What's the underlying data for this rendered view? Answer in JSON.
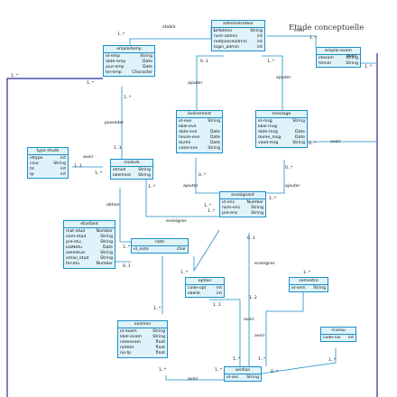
{
  "title": "Etude conceptuelle",
  "classes": [
    {
      "id": "administrateur",
      "name": "administrateur",
      "attrs": [
        {
          "n": "id-admin",
          "t": "String"
        },
        {
          "n": "nom-admin",
          "t": "int"
        },
        {
          "n": "motpasseadmin",
          "t": "int"
        },
        {
          "n": "login_admin",
          "t": "int"
        }
      ]
    },
    {
      "id": "emploitemp",
      "name": "emploitemp",
      "attrs": [
        {
          "n": "id-emp",
          "t": "String"
        },
        {
          "n": "date-emp",
          "t": "Date"
        },
        {
          "n": "jour-emp",
          "t": "Date"
        },
        {
          "n": "tel-emp",
          "t": "Character"
        }
      ]
    },
    {
      "id": "emploiexam",
      "name": "emploi-exam",
      "attrs": [
        {
          "n": "idexam",
          "t": "String"
        },
        {
          "n": "fichier",
          "t": "String"
        }
      ]
    },
    {
      "id": "evenement",
      "name": "événement",
      "attrs": [
        {
          "n": "id-eve",
          "t": "String"
        },
        {
          "n": "libel-eve",
          "t": ""
        },
        {
          "n": "date-eve",
          "t": "Date"
        },
        {
          "n": "heure-eve",
          "t": "Date"
        },
        {
          "n": "durée",
          "t": "Date"
        },
        {
          "n": "valid-eve",
          "t": "String"
        }
      ]
    },
    {
      "id": "message",
      "name": "message",
      "attrs": [
        {
          "n": "id-msg",
          "t": "String"
        },
        {
          "n": "libel-msg",
          "t": ""
        },
        {
          "n": "date-msg",
          "t": "Date"
        },
        {
          "n": "durée_msg",
          "t": "Date"
        },
        {
          "n": "valid-msg",
          "t": "String"
        }
      ]
    },
    {
      "id": "typeetude",
      "name": "type etude",
      "attrs": [
        {
          "n": "idtype",
          "t": "int"
        },
        {
          "n": "cour",
          "t": "String"
        },
        {
          "n": "td",
          "t": "int"
        },
        {
          "n": "tp",
          "t": "int"
        }
      ]
    },
    {
      "id": "module",
      "name": "module",
      "attrs": [
        {
          "n": "idmod",
          "t": "String"
        },
        {
          "n": "libelmod",
          "t": "String"
        }
      ]
    },
    {
      "id": "enseignant",
      "name": "enseignant",
      "attrs": [
        {
          "n": "id-ens",
          "t": "Number"
        },
        {
          "n": "nom-ens",
          "t": "String"
        },
        {
          "n": "pré-ens",
          "t": "String"
        }
      ]
    },
    {
      "id": "etudiant",
      "name": "etudiant",
      "attrs": [
        {
          "n": "mat-etud",
          "t": "Number"
        },
        {
          "n": "nom-etud",
          "t": "String"
        },
        {
          "n": "pré-etu",
          "t": "String"
        },
        {
          "n": "DDNetu",
          "t": "Date"
        },
        {
          "n": "adreetud",
          "t": "String"
        },
        {
          "n": "email_etud",
          "t": "String"
        },
        {
          "n": "tel-etu",
          "t": "Number"
        }
      ]
    },
    {
      "id": "note",
      "name": "note",
      "attrs": [
        {
          "n": "id_note",
          "t": "char"
        }
      ]
    },
    {
      "id": "option",
      "name": "option",
      "attrs": [
        {
          "n": "code-opt",
          "t": "int"
        },
        {
          "n": "libelle",
          "t": "int"
        }
      ]
    },
    {
      "id": "semestre",
      "name": "semestre",
      "attrs": [
        {
          "n": "id-sem",
          "t": "String"
        }
      ]
    },
    {
      "id": "examen",
      "name": "examen",
      "attrs": [
        {
          "n": "id-exam",
          "t": "String"
        },
        {
          "n": "libel-exam",
          "t": "String"
        },
        {
          "n": "noteexam",
          "t": "float"
        },
        {
          "n": "notetd",
          "t": "float"
        },
        {
          "n": "no-tp",
          "t": "float"
        }
      ]
    },
    {
      "id": "niveau",
      "name": "niveau",
      "attrs": [
        {
          "n": "code-niv",
          "t": "int"
        }
      ]
    },
    {
      "id": "section",
      "name": "section",
      "attrs": [
        {
          "n": "id-sec",
          "t": "String"
        }
      ]
    }
  ],
  "labels": [
    {
      "key": "etablir",
      "text": "etablir"
    },
    {
      "key": "creer",
      "text": "créer"
    },
    {
      "key": "ajouter1",
      "text": "ajouter"
    },
    {
      "key": "ajouter2",
      "text": "ajouter"
    },
    {
      "key": "ajouter3",
      "text": "ajouter"
    },
    {
      "key": "ajouter4",
      "text": "ajouter"
    },
    {
      "key": "posseder",
      "text": "posseder"
    },
    {
      "key": "avoir1",
      "text": "avoir"
    },
    {
      "key": "avoir2",
      "text": "avoir"
    },
    {
      "key": "avoir3",
      "text": "avoir"
    },
    {
      "key": "avoir4",
      "text": "avoir"
    },
    {
      "key": "avoir5",
      "text": "avoir"
    },
    {
      "key": "avoir6",
      "text": "avoir"
    },
    {
      "key": "obtien",
      "text": "obtien"
    },
    {
      "key": "enseigner1",
      "text": "enseigner"
    },
    {
      "key": "enseigner2",
      "text": "enseigner"
    },
    {
      "key": "m1",
      "text": "1..*"
    },
    {
      "key": "m2",
      "text": "1..*"
    },
    {
      "key": "m3",
      "text": "0..1"
    },
    {
      "key": "m4",
      "text": "1..*"
    },
    {
      "key": "m5",
      "text": "1..*"
    },
    {
      "key": "m6",
      "text": "1..1"
    },
    {
      "key": "m7",
      "text": "1..*"
    },
    {
      "key": "m8",
      "text": "1..1"
    },
    {
      "key": "m9",
      "text": "1..*"
    },
    {
      "key": "m10",
      "text": "0..*"
    },
    {
      "key": "m11",
      "text": "0..*"
    },
    {
      "key": "m12",
      "text": "1..*"
    },
    {
      "key": "m13",
      "text": "1..*"
    },
    {
      "key": "m14",
      "text": "1..*"
    },
    {
      "key": "m15",
      "text": "0..1"
    },
    {
      "key": "m16",
      "text": "0..*"
    },
    {
      "key": "m17",
      "text": "1..*"
    },
    {
      "key": "m18",
      "text": "0..1"
    },
    {
      "key": "m19",
      "text": "1..2"
    },
    {
      "key": "m20",
      "text": "1..1"
    },
    {
      "key": "m21",
      "text": "1..*"
    },
    {
      "key": "m22",
      "text": "1..*"
    },
    {
      "key": "m23",
      "text": "1..*"
    },
    {
      "key": "m24",
      "text": "1..*"
    },
    {
      "key": "m25",
      "text": "1..*"
    },
    {
      "key": "m26",
      "text": "0..*"
    },
    {
      "key": "m27",
      "text": "1..*"
    },
    {
      "key": "m28",
      "text": "1..*"
    },
    {
      "key": "m29",
      "text": "1..*"
    },
    {
      "key": "m30",
      "text": "1..*"
    },
    {
      "key": "m31",
      "text": "1..*"
    },
    {
      "key": "m32",
      "text": "1..*"
    },
    {
      "key": "m33",
      "text": "1..*"
    }
  ]
}
